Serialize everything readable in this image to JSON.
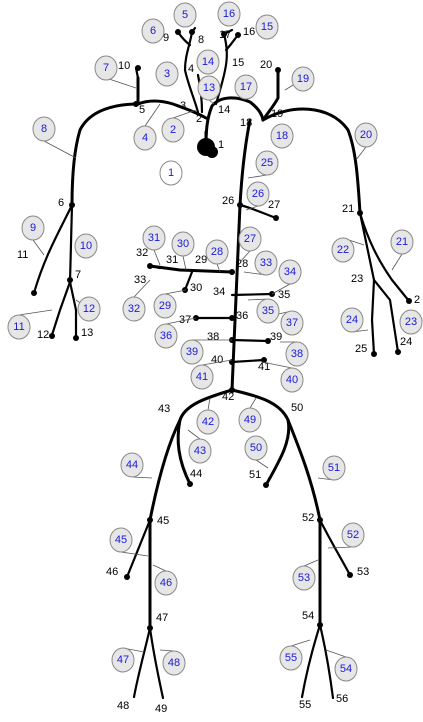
{
  "nodes": [
    {
      "id": "n1",
      "label": "1"
    },
    {
      "id": "n2",
      "label": "2"
    },
    {
      "id": "n3",
      "label": "3"
    },
    {
      "id": "n4",
      "label": "4"
    },
    {
      "id": "n5",
      "label": "5"
    },
    {
      "id": "n6",
      "label": "6"
    },
    {
      "id": "n7",
      "label": "7"
    },
    {
      "id": "n8",
      "label": "8"
    },
    {
      "id": "n9",
      "label": "9"
    },
    {
      "id": "n10",
      "label": "10"
    },
    {
      "id": "n11",
      "label": "11"
    },
    {
      "id": "n12",
      "label": "12"
    },
    {
      "id": "n13",
      "label": "13"
    },
    {
      "id": "n14",
      "label": "14"
    },
    {
      "id": "n15",
      "label": "15"
    },
    {
      "id": "n16",
      "label": "16"
    },
    {
      "id": "n17",
      "label": "17"
    },
    {
      "id": "n18",
      "label": "18"
    },
    {
      "id": "n19",
      "label": "19"
    },
    {
      "id": "n20",
      "label": "20"
    },
    {
      "id": "n21",
      "label": "21"
    },
    {
      "id": "n22",
      "label": "2"
    },
    {
      "id": "n23",
      "label": "23"
    },
    {
      "id": "n24",
      "label": "24"
    },
    {
      "id": "n25",
      "label": "25"
    },
    {
      "id": "n26",
      "label": "26"
    },
    {
      "id": "n27",
      "label": "27"
    },
    {
      "id": "n28",
      "label": "28"
    },
    {
      "id": "n29",
      "label": "29"
    },
    {
      "id": "n30",
      "label": "30"
    },
    {
      "id": "n31",
      "label": "31"
    },
    {
      "id": "n32",
      "label": "32"
    },
    {
      "id": "n33",
      "label": "33"
    },
    {
      "id": "n34",
      "label": "34"
    },
    {
      "id": "n35",
      "label": "35"
    },
    {
      "id": "n36",
      "label": "36"
    },
    {
      "id": "n37",
      "label": "37"
    },
    {
      "id": "n38",
      "label": "38"
    },
    {
      "id": "n39",
      "label": "39"
    },
    {
      "id": "n40",
      "label": "40"
    },
    {
      "id": "n41",
      "label": "41"
    },
    {
      "id": "n42",
      "label": "42"
    },
    {
      "id": "n43",
      "label": "43"
    },
    {
      "id": "n44",
      "label": "44"
    },
    {
      "id": "n45",
      "label": "45"
    },
    {
      "id": "n46",
      "label": "46"
    },
    {
      "id": "n47",
      "label": "47"
    },
    {
      "id": "n48",
      "label": "48"
    },
    {
      "id": "n49",
      "label": "49"
    },
    {
      "id": "n50",
      "label": "50"
    },
    {
      "id": "n51",
      "label": "51"
    },
    {
      "id": "n52",
      "label": "52"
    },
    {
      "id": "n53",
      "label": "53"
    },
    {
      "id": "n54",
      "label": "54"
    },
    {
      "id": "n55",
      "label": "55"
    },
    {
      "id": "n56",
      "label": "56"
    }
  ],
  "segments": [
    {
      "id": "s1",
      "label": "1"
    },
    {
      "id": "s2",
      "label": "2"
    },
    {
      "id": "s3",
      "label": "3"
    },
    {
      "id": "s4",
      "label": "4"
    },
    {
      "id": "s5",
      "label": "5"
    },
    {
      "id": "s6",
      "label": "6"
    },
    {
      "id": "s7",
      "label": "7"
    },
    {
      "id": "s8",
      "label": "8"
    },
    {
      "id": "s9",
      "label": "9"
    },
    {
      "id": "s10",
      "label": "10"
    },
    {
      "id": "s11",
      "label": "11"
    },
    {
      "id": "s12",
      "label": "12"
    },
    {
      "id": "s13",
      "label": "13"
    },
    {
      "id": "s14",
      "label": "14"
    },
    {
      "id": "s15",
      "label": "15"
    },
    {
      "id": "s16",
      "label": "16"
    },
    {
      "id": "s17",
      "label": "17"
    },
    {
      "id": "s18",
      "label": "18"
    },
    {
      "id": "s19",
      "label": "19"
    },
    {
      "id": "s20",
      "label": "20"
    },
    {
      "id": "s21",
      "label": "21"
    },
    {
      "id": "s22",
      "label": "22"
    },
    {
      "id": "s23",
      "label": "23"
    },
    {
      "id": "s24",
      "label": "24"
    },
    {
      "id": "s25",
      "label": "25"
    },
    {
      "id": "s26",
      "label": "26"
    },
    {
      "id": "s27",
      "label": "27"
    },
    {
      "id": "s28",
      "label": "28"
    },
    {
      "id": "s29",
      "label": "29"
    },
    {
      "id": "s30",
      "label": "30"
    },
    {
      "id": "s31",
      "label": "31"
    },
    {
      "id": "s32",
      "label": "32"
    },
    {
      "id": "s33",
      "label": "33"
    },
    {
      "id": "s34",
      "label": "34"
    },
    {
      "id": "s35",
      "label": "35"
    },
    {
      "id": "s36",
      "label": "36"
    },
    {
      "id": "s37",
      "label": "37"
    },
    {
      "id": "s38",
      "label": "38"
    },
    {
      "id": "s39",
      "label": "39"
    },
    {
      "id": "s40",
      "label": "40"
    },
    {
      "id": "s41",
      "label": "41"
    },
    {
      "id": "s42",
      "label": "42"
    },
    {
      "id": "s43",
      "label": "43"
    },
    {
      "id": "s44",
      "label": "44"
    },
    {
      "id": "s45",
      "label": "45"
    },
    {
      "id": "s46",
      "label": "46"
    },
    {
      "id": "s47",
      "label": "47"
    },
    {
      "id": "s48",
      "label": "48"
    },
    {
      "id": "s49",
      "label": "49"
    },
    {
      "id": "s50",
      "label": "50"
    },
    {
      "id": "s51",
      "label": "51"
    },
    {
      "id": "s52",
      "label": "52"
    },
    {
      "id": "s53",
      "label": "53"
    },
    {
      "id": "s54",
      "label": "54"
    },
    {
      "id": "s55",
      "label": "55"
    }
  ],
  "colors": {
    "vessel": "#000000",
    "segment_text": "#1a1ad8",
    "segment_fill": "#e6e6e6",
    "segment_stroke": "#8a8a8a"
  }
}
